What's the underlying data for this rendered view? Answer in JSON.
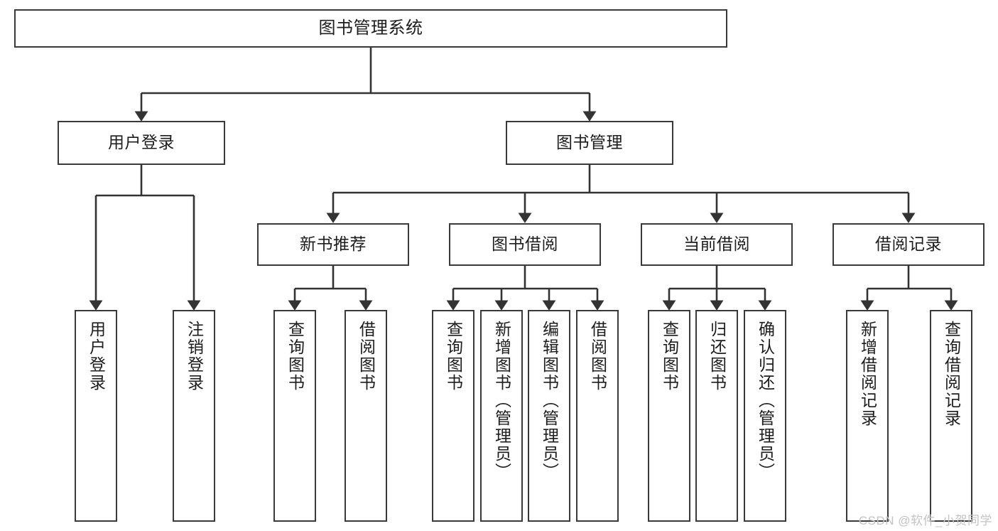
{
  "diagram": {
    "title": "图书管理系统",
    "type": "tree",
    "watermark": "CSDN @软件_小贺同学",
    "colors": {
      "box_border": "#3a3a3a",
      "box_fill": "#ffffff",
      "connector": "#333333",
      "text": "#1d1d1d",
      "watermark": "#c3c3c3",
      "background": "#ffffff"
    },
    "root": {
      "label": "图书管理系统"
    },
    "level1": [
      {
        "label": "用户登录"
      },
      {
        "label": "图书管理"
      }
    ],
    "level2": [
      {
        "label": "新书推荐"
      },
      {
        "label": "图书借阅"
      },
      {
        "label": "当前借阅"
      },
      {
        "label": "借阅记录"
      }
    ],
    "leaves": {
      "user_login": [
        {
          "label": "用户登录"
        },
        {
          "label": "注销登录"
        }
      ],
      "new_book_recommend": [
        {
          "label": "查询图书"
        },
        {
          "label": "借阅图书"
        }
      ],
      "book_borrow": [
        {
          "label": "查询图书"
        },
        {
          "label": "新增图书（管理员）"
        },
        {
          "label": "编辑图书（管理员）"
        },
        {
          "label": "借阅图书"
        }
      ],
      "current_borrow": [
        {
          "label": "查询图书"
        },
        {
          "label": "归还图书"
        },
        {
          "label": "确认归还（管理员）"
        }
      ],
      "borrow_record": [
        {
          "label": "新增借阅记录"
        },
        {
          "label": "查询借阅记录"
        }
      ]
    }
  }
}
